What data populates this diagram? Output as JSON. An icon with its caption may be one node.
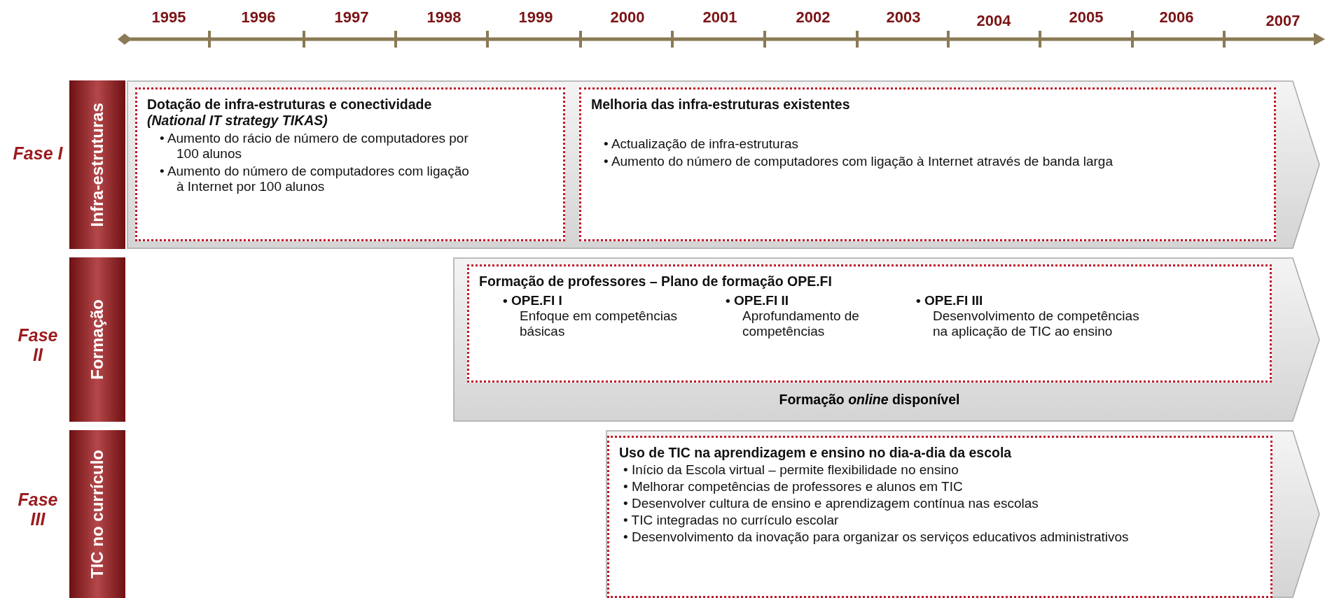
{
  "diagram": {
    "nodes": [
      {
        "text": [
          "Infra-estruturas"
        ],
        "beside": [
          "Fase I"
        ]
      },
      {
        "text": [],
        "shape": "arrow"
      },
      {
        "text": [
          "Dotação de infra-estruturas e conectividade",
          "(National IT strategy TIKAS)",
          "• Aumento do rácio de número de computadores por 100 alunos",
          "• Aumento do número de computadores com ligação à Internet por 100 alunos"
        ],
        "in": 1
      },
      {
        "text": [
          "Melhoria das infra-estruturas existentes",
          "• Actualização de infra-estruturas",
          "• Aumento do número de computadores com ligação à Internet através de banda larga"
        ],
        "in": 1
      },
      {
        "text": [
          "Formação"
        ],
        "beside": [
          "Fase II"
        ]
      },
      {
        "text": [
          "Formação *online* disponível"
        ]
      },
      {
        "text": [
          "Formação de professores – Plano de formação OPE.FI",
          "• OPE.FI I",
          "Enfoque em competências básicas",
          "• OPE.FI II",
          "Aprofundamento de competências",
          "• OPE.FI III",
          "Desenvolvimento de competências na aplicação de TIC ao ensino"
        ],
        "in": 5
      },
      {
        "text": [
          "TIC no currículo"
        ],
        "beside": [
          "Fase III"
        ]
      },
      {
        "text": [],
        "shape": "arrow"
      },
      {
        "text": [
          "Uso de TIC na aprendizagem e ensino no dia-a-dia da escola",
          "• Início da Escola virtual – permite flexibilidade no ensino",
          "• Melhorar competências de professores e alunos em TIC",
          "• Desenvolver cultura de ensino e aprendizagem contínua nas escolas",
          "• TIC integradas no currículo escolar",
          "• Desenvolvimento da inovação para organizar os serviços educativos administrativos"
        ],
        "in": 8
      }
    ],
    "edges": [],
    "labels": [
      "1995",
      "1996",
      "1997",
      "1998",
      "1999",
      "2000",
      "2001",
      "2002",
      "2003",
      "2004",
      "2005",
      "2006",
      "2007"
    ]
  }
}
